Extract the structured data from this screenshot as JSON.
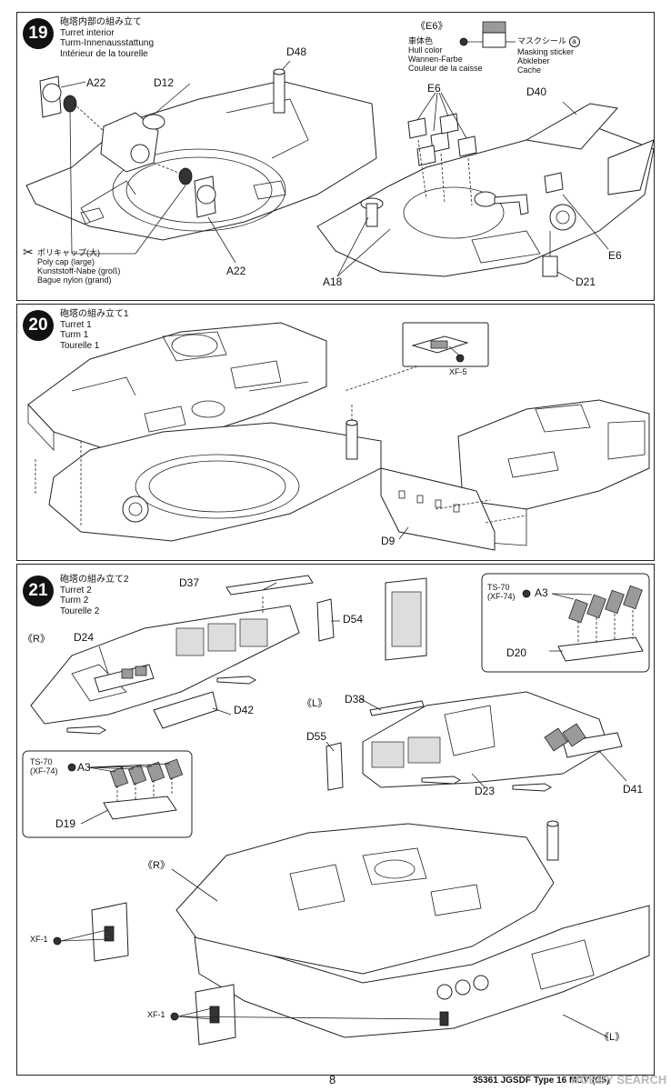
{
  "steps": [
    {
      "number": "19",
      "titles": [
        "砲塔内部の組み立て",
        "Turret interior",
        "Turm-Innenausstattung",
        "Intérieur de la tourelle"
      ]
    },
    {
      "number": "20",
      "titles": [
        "砲塔の組み立て1",
        "Turret 1",
        "Turm 1",
        "Tourelle 1"
      ]
    },
    {
      "number": "21",
      "titles": [
        "砲塔の組み立て2",
        "Turret 2",
        "Turm 2",
        "Tourelle 2"
      ]
    }
  ],
  "step19": {
    "e6_header": "《E6》",
    "hull_color": [
      "車体色",
      "Hull color",
      "Wannen-Farbe",
      "Couleur de la caisse"
    ],
    "masking": [
      "マスクシール",
      "Masking sticker",
      "Abkleber",
      "Cache"
    ],
    "masking_mark": "a",
    "polycap": [
      "ポリキャップ(大)",
      "Poly cap (large)",
      "Kunststoff-Nabe (groß)",
      "Bague nylon (grand)"
    ],
    "parts": {
      "d48": "D48",
      "a22_top": "A22",
      "d12": "D12",
      "a22_bottom": "A22",
      "e6_top": "E6",
      "d40": "D40",
      "e6_right": "E6",
      "a18": "A18",
      "d21": "D21"
    }
  },
  "step20": {
    "xf5": "XF-5",
    "d9": "D9"
  },
  "step21": {
    "d37": "D37",
    "d54": "D54",
    "r1": "《R》",
    "d24": "D24",
    "d42": "D42",
    "ts70_left": [
      "TS-70",
      "(XF-74)"
    ],
    "a3_left": "A3",
    "d19": "D19",
    "ts70_right": [
      "TS-70",
      "(XF-74)"
    ],
    "a3_right": "A3",
    "d20": "D20",
    "l1": "《L》",
    "d38": "D38",
    "d55": "D55",
    "d23": "D23",
    "d41": "D41",
    "r2": "《R》",
    "xf1_a": "XF-1",
    "xf1_b": "XF-1",
    "l2": "《L》"
  },
  "footer": {
    "page": "8",
    "code": "35361 JGSDF Type 16 MCV (C5)",
    "watermark": "HOBBY SEARCH"
  },
  "colors": {
    "ink": "#222222",
    "background": "#ffffff",
    "watermark": "#b8b8b8"
  }
}
